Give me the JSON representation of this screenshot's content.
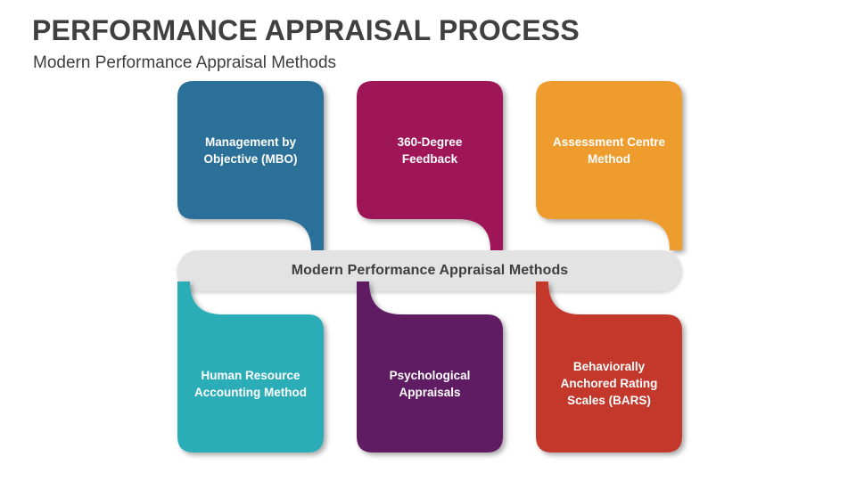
{
  "header": {
    "title": "PERFORMANCE APPRAISAL PROCESS",
    "subtitle": "Modern Performance Appraisal Methods"
  },
  "center_banner": {
    "label": "Modern Performance Appraisal Methods",
    "background_color": "#e3e3e3",
    "text_color": "#3f3f3f"
  },
  "diagram": {
    "type": "speech-bubble-grid",
    "rows": 2,
    "columns": 3,
    "top_row": [
      {
        "label": "Management by\nObjective (MBO)",
        "color": "#2a7099",
        "tail": "bottom-right"
      },
      {
        "label": "360-Degree\nFeedback",
        "color": "#9e1258",
        "tail": "bottom-right"
      },
      {
        "label": "Assessment Centre\nMethod",
        "color": "#ee9c2e",
        "tail": "bottom-right"
      }
    ],
    "bottom_row": [
      {
        "label": "Human Resource\nAccounting Method",
        "color": "#2badb7",
        "tail": "top-left"
      },
      {
        "label": "Psychological\nAppraisals",
        "color": "#5f1d62",
        "tail": "top-left"
      },
      {
        "label": "Behaviorally\nAnchored Rating\nScales (BARS)",
        "color": "#c3392c",
        "tail": "top-left"
      }
    ]
  }
}
